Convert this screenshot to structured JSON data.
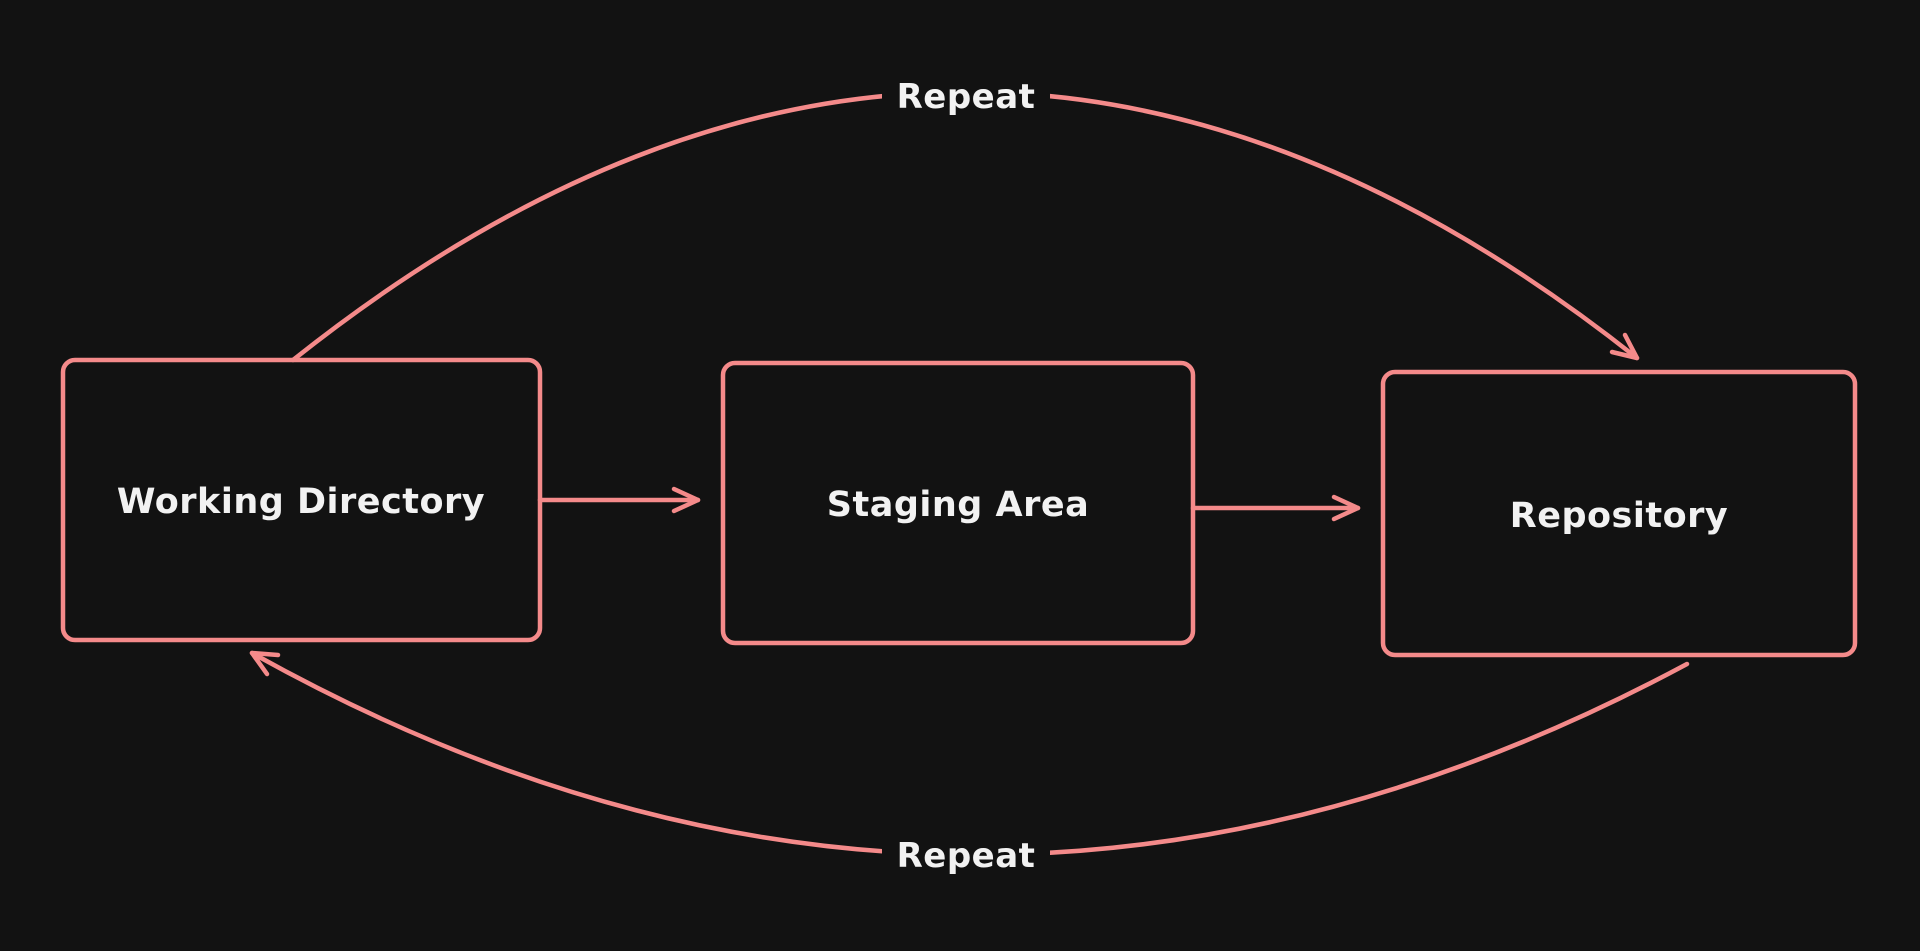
{
  "diagram": {
    "type": "flowchart",
    "theme": {
      "background": "#121212",
      "stroke": "#f48a8a",
      "text": "#f2f2f2"
    },
    "nodes": [
      {
        "id": "working-directory",
        "label": "Working Directory"
      },
      {
        "id": "staging-area",
        "label": "Staging Area"
      },
      {
        "id": "repository",
        "label": "Repository"
      }
    ],
    "edges": [
      {
        "from": "working-directory",
        "to": "staging-area",
        "label": ""
      },
      {
        "from": "staging-area",
        "to": "repository",
        "label": ""
      },
      {
        "from": "working-directory",
        "to": "repository",
        "label": "Repeat",
        "position": "top-arc"
      },
      {
        "from": "repository",
        "to": "working-directory",
        "label": "Repeat",
        "position": "bottom-arc"
      }
    ]
  }
}
